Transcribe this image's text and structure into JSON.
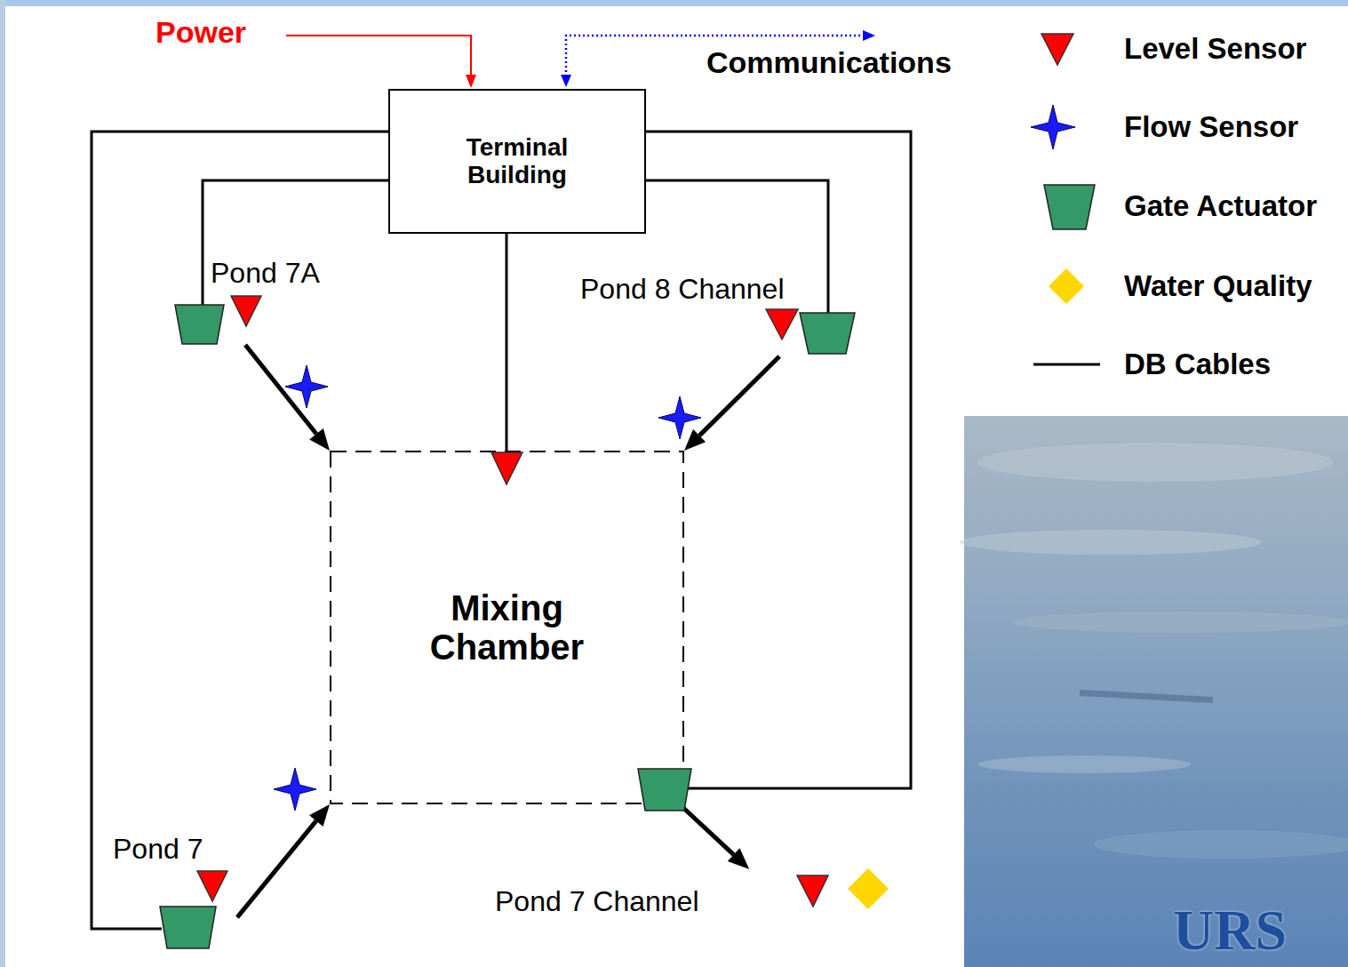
{
  "diagram": {
    "nodes": [
      {
        "text": [
          "Terminal Building"
        ]
      },
      {
        "text": [
          "Pond 7A"
        ]
      },
      {
        "text": [
          "Pond 8 Channel"
        ]
      },
      {
        "text": [
          "Mixing Chamber"
        ]
      },
      {
        "text": [
          "Pond 7"
        ]
      },
      {
        "text": [
          "Pond 7 Channel"
        ]
      }
    ],
    "edges": [
      {
        "from": 1,
        "to": 3,
        "arrow": "to"
      },
      {
        "from": 2,
        "to": 3,
        "arrow": "to"
      },
      {
        "from": 4,
        "to": 3,
        "arrow": "to"
      },
      {
        "from": 3,
        "to": 5,
        "arrow": "to"
      }
    ],
    "labels": [
      "Power",
      "Communications",
      "URS"
    ],
    "legend": [
      {
        "text": "Level Sensor"
      },
      {
        "text": "Flow Sensor"
      },
      {
        "text": "Gate Actuator"
      },
      {
        "text": "Water Quality"
      },
      {
        "text": "DB Cables"
      }
    ]
  }
}
